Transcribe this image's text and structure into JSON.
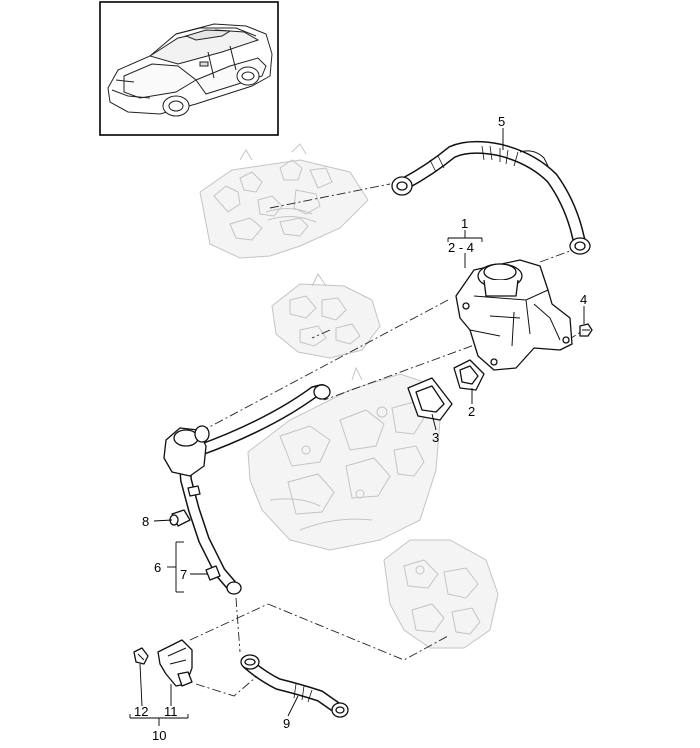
{
  "callouts": {
    "c1": "1",
    "c2_4": "2 - 4",
    "c2": "2",
    "c3": "3",
    "c4": "4",
    "c5": "5",
    "c6": "6",
    "c7": "7",
    "c8": "8",
    "c9": "9",
    "c10": "10",
    "c11": "11",
    "c12": "12"
  }
}
